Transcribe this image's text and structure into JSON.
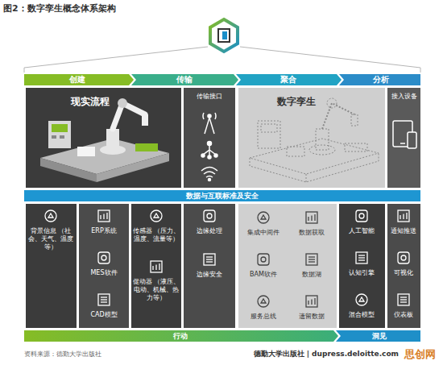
{
  "diagram": {
    "title": "图2：数字孪生概念体系架构",
    "nodes": [
      {
        "text": [
          "创建"
        ]
      },
      {
        "text": [
          "传输"
        ]
      },
      {
        "text": [
          "聚合"
        ]
      },
      {
        "text": [
          "分析"
        ]
      },
      {
        "text": [
          "现实流程"
        ]
      },
      {
        "text": [
          "传输接口"
        ]
      },
      {
        "text": [
          "数字孪生"
        ]
      },
      {
        "text": [
          "接入设备"
        ]
      },
      {
        "text": [
          "数据与互联标准及安全"
        ]
      },
      {
        "text": [
          "背景信息 （社会、天气、温度等）"
        ]
      },
      {
        "text": [
          "ERP系统"
        ]
      },
      {
        "text": [
          "MES软件"
        ]
      },
      {
        "text": [
          "CAD模型"
        ]
      },
      {
        "text": [
          "传感器 （压力、温度、流量等）"
        ]
      },
      {
        "text": [
          "促动器 （液压、电动、机械、热力等）"
        ]
      },
      {
        "text": [
          "边缘处理"
        ]
      },
      {
        "text": [
          "边缘安全"
        ]
      },
      {
        "text": [
          "集成中间件"
        ]
      },
      {
        "text": [
          "数据获取"
        ]
      },
      {
        "text": [
          "BAM软件"
        ]
      },
      {
        "text": [
          "数据湖"
        ]
      },
      {
        "text": [
          "服务总线"
        ]
      },
      {
        "text": [
          "遗留数据"
        ]
      },
      {
        "text": [
          "人工智能"
        ]
      },
      {
        "text": [
          "认知引擎"
        ]
      },
      {
        "text": [
          "混合模型"
        ]
      },
      {
        "text": [
          "通知推送"
        ]
      },
      {
        "text": [
          "可视化"
        ]
      },
      {
        "text": [
          "仪表板"
        ]
      },
      {
        "text": [
          "行动"
        ]
      },
      {
        "text": [
          "洞见"
        ]
      }
    ],
    "labels": [
      "资料来源：德勤大学出版社",
      "德勤大学出版社 | dupress.deloitte.com",
      "思创网"
    ]
  }
}
